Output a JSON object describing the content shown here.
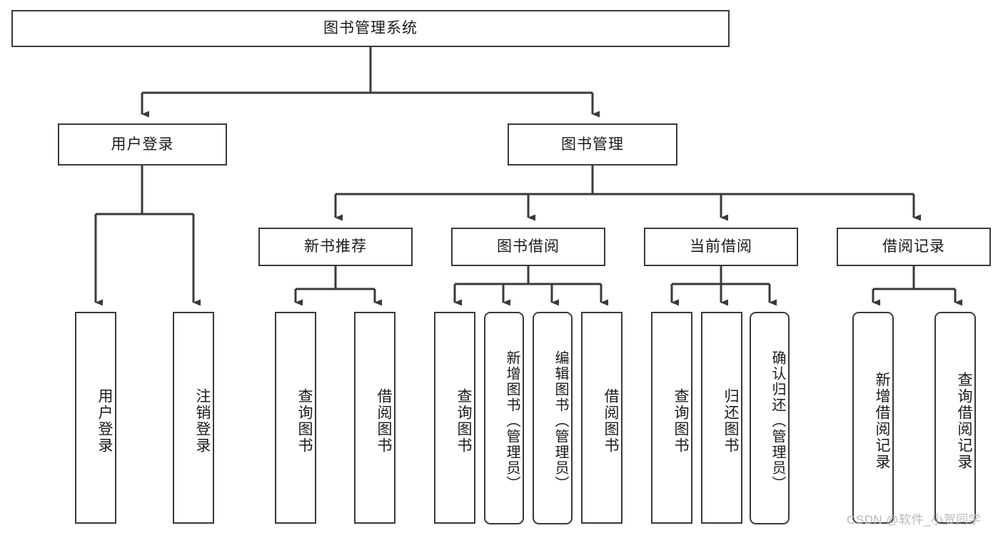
{
  "diagram": {
    "type": "tree-hierarchy-chart",
    "title": "图书管理系统",
    "root": {
      "label": "图书管理系统"
    },
    "level1": [
      {
        "label": "用户登录"
      },
      {
        "label": "图书管理"
      }
    ],
    "level2": [
      {
        "label": "新书推荐",
        "parent": "图书管理"
      },
      {
        "label": "图书借阅",
        "parent": "图书管理"
      },
      {
        "label": "当前借阅",
        "parent": "图书管理"
      },
      {
        "label": "借阅记录",
        "parent": "图书管理"
      }
    ],
    "leaves": [
      {
        "label": "用户登录",
        "parent": "用户登录"
      },
      {
        "label": "注销登录",
        "parent": "用户登录"
      },
      {
        "label": "查询图书",
        "parent": "新书推荐"
      },
      {
        "label": "借阅图书",
        "parent": "新书推荐"
      },
      {
        "label": "查询图书",
        "parent": "图书借阅"
      },
      {
        "label": "新增图书（管理员）",
        "parent": "图书借阅"
      },
      {
        "label": "编辑图书（管理员）",
        "parent": "图书借阅"
      },
      {
        "label": "借阅图书",
        "parent": "图书借阅"
      },
      {
        "label": "查询图书",
        "parent": "当前借阅"
      },
      {
        "label": "归还图书",
        "parent": "当前借阅"
      },
      {
        "label": "确认归还（管理员）",
        "parent": "当前借阅"
      },
      {
        "label": "新增借阅记录",
        "parent": "借阅记录"
      },
      {
        "label": "查询借阅记录",
        "parent": "借阅记录"
      }
    ],
    "watermark": "CSDN @软件_小贺同学",
    "colors": {
      "border": "#3a3a3a",
      "background": "#ffffff",
      "text": "#1a1a1a",
      "watermark": "#b8b8b8"
    }
  }
}
